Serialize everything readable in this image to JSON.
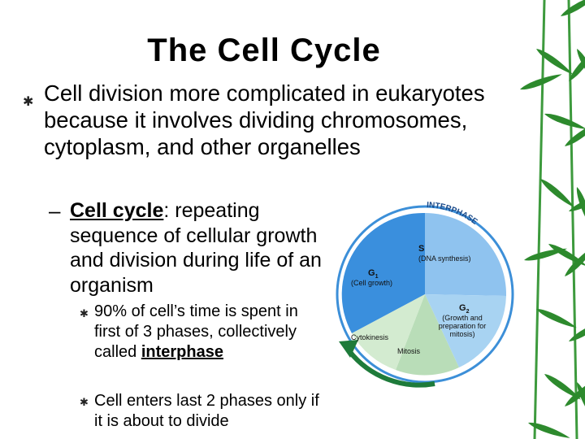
{
  "slide": {
    "title": "The Cell Cycle",
    "bullet1": "Cell division more complicated in eukaryotes because it involves dividing chromosomes, cytoplasm, and other organelles",
    "bullet2": {
      "dash": "–",
      "term": "Cell cycle",
      "text": ":  repeating sequence of cellular growth and division during life of an organism"
    },
    "bullet3": {
      "text": "90% of cell’s time is spent in first of 3 phases, collectively called ",
      "term": "interphase"
    },
    "bullet4": {
      "text": "Cell enters last 2 phases only if it is about to divide"
    }
  },
  "diagram": {
    "interphase_label": "INTERPHASE",
    "s_label": "S",
    "s_sub": "(DNA synthesis)",
    "g1_label": "G",
    "g1_sub_index": "1",
    "g1_sub": "(Cell growth)",
    "g2_label": "G",
    "g2_sub_index": "2",
    "g2_line1": "(Growth and",
    "g2_line2": "preparation for",
    "g2_line3": "mitosis)",
    "cytokinesis_label": "Cytokinesis",
    "mitosis_label": "Mitosis",
    "colors": {
      "interphase": "#3a8fdd",
      "s_phase": "#8fc3ef",
      "g2_phase": "#a8d3f2",
      "mitosis": "#b9ddb8",
      "cytokinesis": "#d3ebd0",
      "ring": "#3c8fd8",
      "arrow": "#1e7b3a"
    }
  },
  "decor": {
    "bamboo_color": "#2d8a2d"
  }
}
